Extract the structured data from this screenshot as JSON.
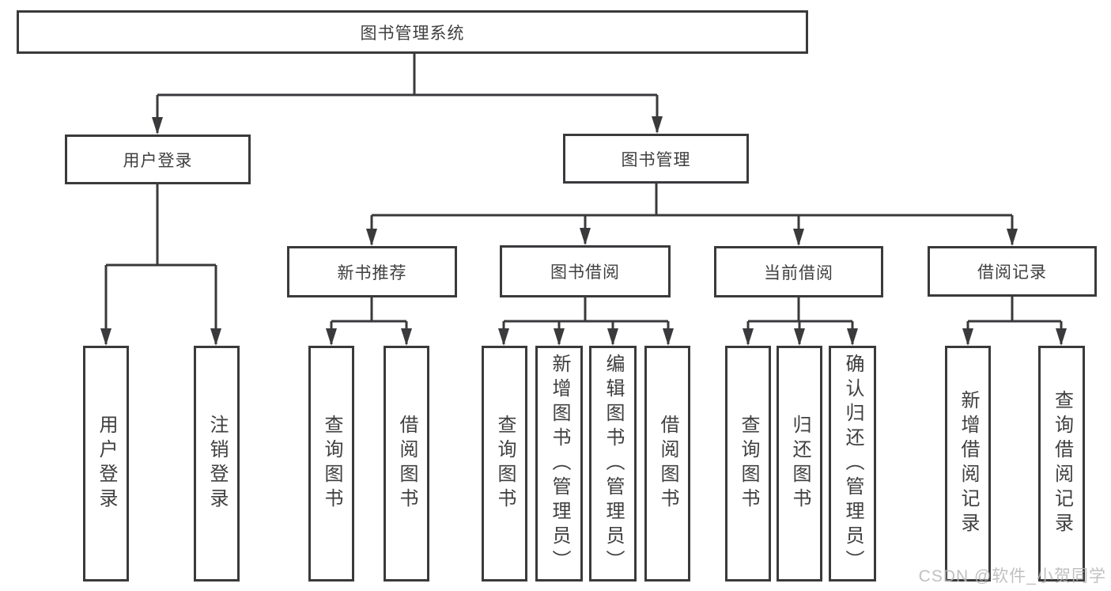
{
  "diagram": {
    "type": "hierarchy-tree",
    "language": "zh-CN",
    "colors": {
      "background": "#ffffff",
      "line": "#3a3a3c",
      "box_border": "#3a3a3c",
      "box_fill": "#ffffff",
      "text": "#3f3f40",
      "watermark": "#b6b6b6"
    },
    "tree": {
      "label": "图书管理系统",
      "children": [
        {
          "label": "用户登录",
          "children": [
            {
              "label": "用户登录"
            },
            {
              "label": "注销登录"
            }
          ]
        },
        {
          "label": "图书管理",
          "children": [
            {
              "label": "新书推荐",
              "children": [
                {
                  "label": "查询图书"
                },
                {
                  "label": "借阅图书"
                }
              ]
            },
            {
              "label": "图书借阅",
              "children": [
                {
                  "label": "查询图书"
                },
                {
                  "label": "新增图书（管理员）"
                },
                {
                  "label": "编辑图书（管理员）"
                },
                {
                  "label": "借阅图书"
                }
              ]
            },
            {
              "label": "当前借阅",
              "children": [
                {
                  "label": "查询图书"
                },
                {
                  "label": "归还图书"
                },
                {
                  "label": "确认归还（管理员）"
                }
              ]
            },
            {
              "label": "借阅记录",
              "children": [
                {
                  "label": "新增借阅记录"
                },
                {
                  "label": "查询借阅记录"
                }
              ]
            }
          ]
        }
      ]
    },
    "watermark": {
      "text": "CSDN @软件_小贺同学"
    }
  }
}
